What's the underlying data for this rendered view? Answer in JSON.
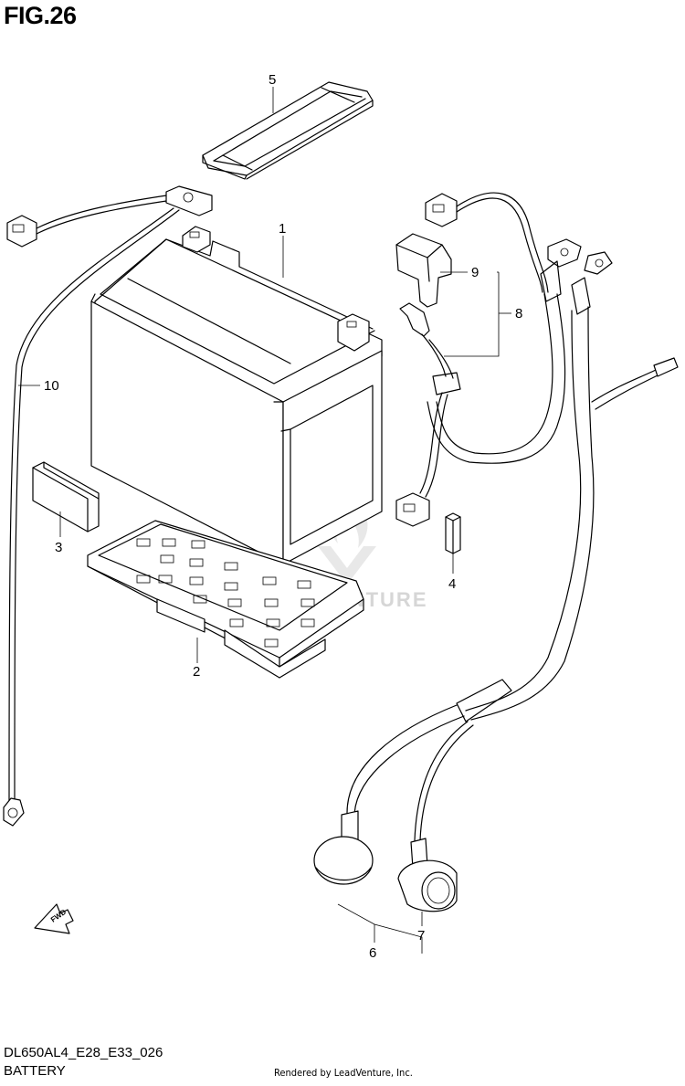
{
  "figure": {
    "title": "FIG.26",
    "drawing_code": "DL650AL4_E28_E33_026",
    "section_name": "BATTERY",
    "rendered_by": "Rendered by LeadVenture, Inc.",
    "watermark": "LEADVENTURE",
    "direction_marker": "FWD"
  },
  "callouts": [
    {
      "id": "1"
    },
    {
      "id": "2"
    },
    {
      "id": "3"
    },
    {
      "id": "4"
    },
    {
      "id": "5"
    },
    {
      "id": "6"
    },
    {
      "id": "7"
    },
    {
      "id": "8"
    },
    {
      "id": "9"
    },
    {
      "id": "10"
    }
  ]
}
